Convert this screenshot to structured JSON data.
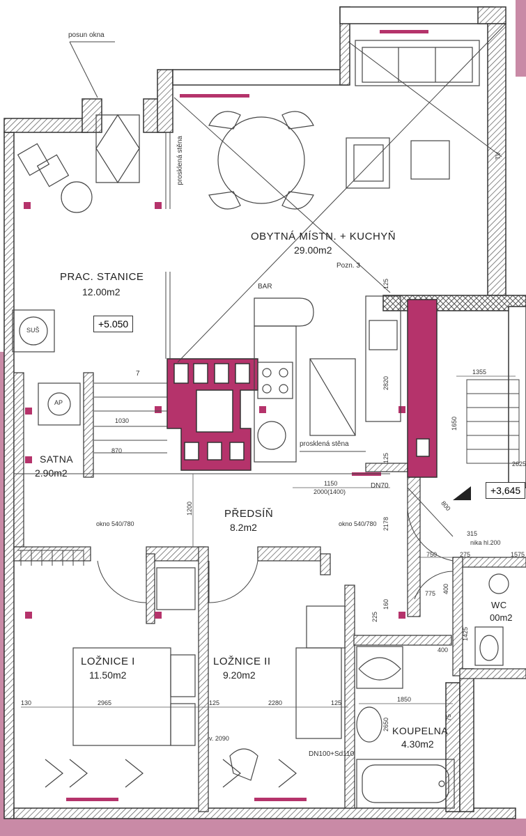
{
  "notes": {
    "window_shift": "posun okna",
    "glass_wall_v": "prosklená stěna",
    "glass_wall_h": "prosklená stěna",
    "bar": "BAR",
    "tv": "TV",
    "note_ref": "Pozn. 3",
    "sus": "SUŠ",
    "ap": "AP",
    "stairs_num": "7",
    "dn_top": "DN70",
    "dn_bottom": "DN100+Sd110",
    "v_height": "v. 2090",
    "niche": "nika hl.200"
  },
  "rooms": {
    "living": {
      "name": "OBYTNÁ MÍSTN. + KUCHYŇ",
      "area": "29.00m2"
    },
    "workstation": {
      "name": "PRAC. STANICE",
      "area": "12.00m2"
    },
    "wardrobe": {
      "name": "SATNA",
      "area": "2.90m2"
    },
    "hall": {
      "name": "PŘEDSÍŇ",
      "area": "8.2m2"
    },
    "bedroom1": {
      "name": "LOŽNICE I",
      "area": "11.50m2"
    },
    "bedroom2": {
      "name": "LOŽNICE II",
      "area": "9.20m2"
    },
    "wc": {
      "name": "WC",
      "area": "00m2"
    },
    "bathroom": {
      "name": "KOUPELNA",
      "area": "4.30m2"
    }
  },
  "levels": {
    "main": "+5.050",
    "right": "+3,645"
  },
  "windows": {
    "w1": "okno 540/780",
    "w2": "okno 540/780"
  },
  "dimensions": {
    "d1030": "1030",
    "d870": "870",
    "d1200": "1200",
    "d1150": "1150",
    "d2000": "2000(1400)",
    "d2178": "2178",
    "d125a": "125",
    "d2820": "2820",
    "d1650": "1650",
    "d1355": "1355",
    "d2625": "2625",
    "d800": "800",
    "d315": "315",
    "d750": "750",
    "d275": "275",
    "d1575": "1575",
    "d775": "775",
    "d400a": "400",
    "d400b": "400",
    "d1425": "1425",
    "d160": "160",
    "d225": "225",
    "d130": "130",
    "d2965": "2965",
    "d125b": "125",
    "d2280": "2280",
    "d125c": "125",
    "d1850": "1850",
    "d2650": "2650",
    "d75": "75",
    "d125d": "125"
  },
  "colors": {
    "wall_hatch": "#555555",
    "accent": "#b5336b",
    "accent_light": "#c98aa6",
    "line": "#333333"
  }
}
